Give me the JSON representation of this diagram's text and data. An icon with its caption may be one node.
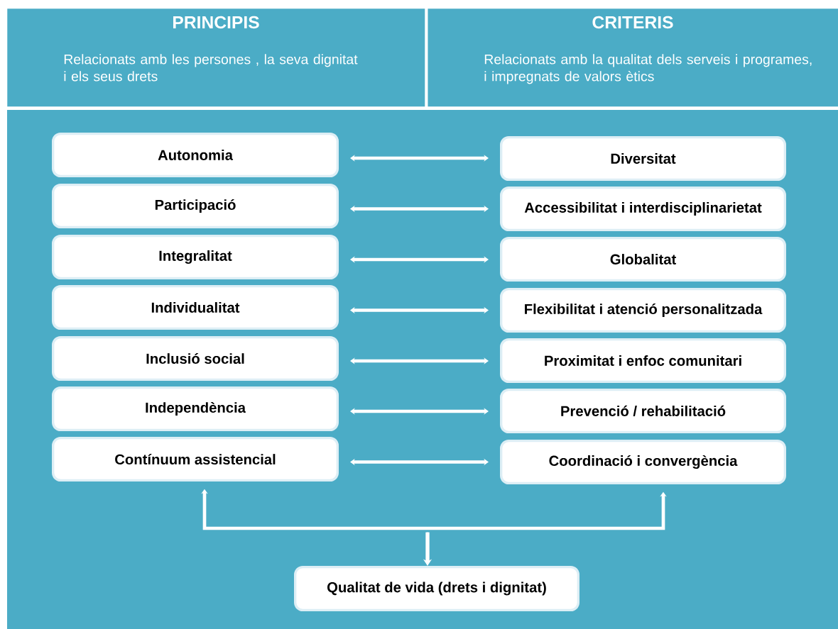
{
  "diagram": {
    "nodes": [
      {
        "text": [
          "PRINCIPIS",
          "Relacionats amb les persones , la seva dignitat i els seus drets"
        ]
      },
      {
        "text": [
          "CRITERIS",
          "Relacionats amb la qualitat dels serveis i programes, i impregnats de valors ètics"
        ]
      },
      {
        "text": [
          "Autonomia"
        ]
      },
      {
        "text": [
          "Participació"
        ]
      },
      {
        "text": [
          "Integralitat"
        ]
      },
      {
        "text": [
          "Individualitat"
        ]
      },
      {
        "text": [
          "Inclusió social"
        ]
      },
      {
        "text": [
          "Independència"
        ]
      },
      {
        "text": [
          "Contínuum assistencial"
        ]
      },
      {
        "text": [
          "Diversitat"
        ]
      },
      {
        "text": [
          "Accessibilitat i interdisciplinarietat"
        ]
      },
      {
        "text": [
          "Globalitat"
        ]
      },
      {
        "text": [
          "Flexibilitat i atenció personalitzada"
        ]
      },
      {
        "text": [
          "Proximitat i enfoc comunitari"
        ]
      },
      {
        "text": [
          "Prevenció / rehabilitació"
        ]
      },
      {
        "text": [
          "Coordinació i convergència"
        ]
      },
      {
        "text": [
          "Qualitat de vida (drets i dignitat)"
        ]
      }
    ],
    "edges": [
      {
        "from": 2,
        "to": 9,
        "arrow": "both"
      },
      {
        "from": 3,
        "to": 10,
        "arrow": "both"
      },
      {
        "from": 4,
        "to": 11,
        "arrow": "both"
      },
      {
        "from": 5,
        "to": 12,
        "arrow": "both"
      },
      {
        "from": 6,
        "to": 13,
        "arrow": "both"
      },
      {
        "from": 7,
        "to": 14,
        "arrow": "both"
      },
      {
        "from": 8,
        "to": 15,
        "arrow": "both"
      },
      {
        "from": null,
        "to": 8,
        "arrow": "to"
      },
      {
        "from": null,
        "to": 15,
        "arrow": "to"
      },
      {
        "from": null,
        "to": 16,
        "arrow": "to"
      }
    ]
  }
}
